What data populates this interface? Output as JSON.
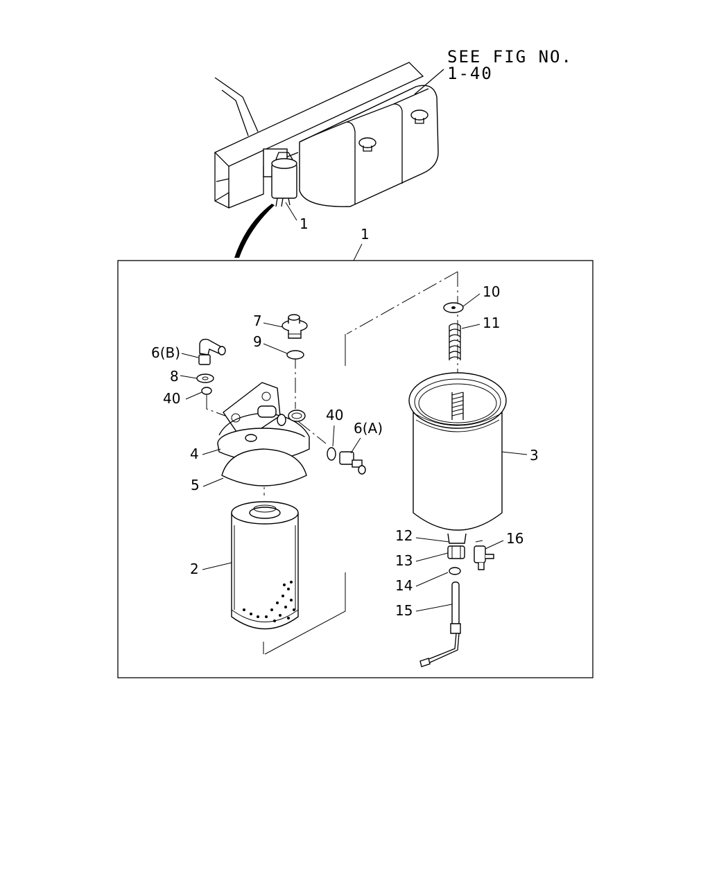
{
  "figure_reference": {
    "line1": "SEE FIG NO.",
    "line2": "1-40"
  },
  "callouts": {
    "overview_assembly": "1",
    "box_assembly": "1",
    "p2": "2",
    "p3": "3",
    "p4": "4",
    "p5": "5",
    "p6a": "6(A)",
    "p6b": "6(B)",
    "p7": "7",
    "p8": "8",
    "p9": "9",
    "p10": "10",
    "p11": "11",
    "p12": "12",
    "p13": "13",
    "p14": "14",
    "p15": "15",
    "p16": "16",
    "p40_left": "40",
    "p40_right": "40"
  },
  "colors": {
    "line": "#000000",
    "background": "#ffffff"
  }
}
